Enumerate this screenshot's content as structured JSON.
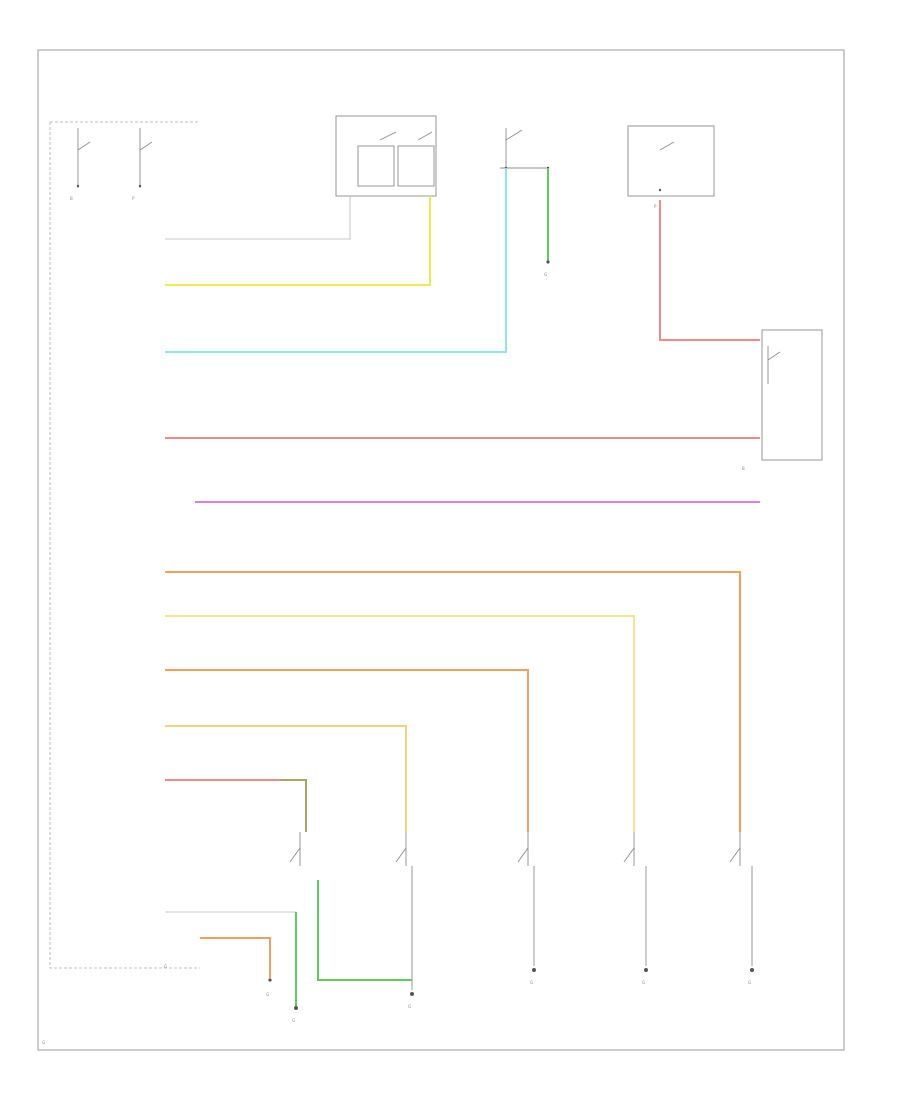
{
  "connector_labels": {
    "left_b": "B",
    "left_p": "P",
    "right_p": "P",
    "right_b": "B",
    "g1": "G",
    "g2": "G",
    "g3": "G",
    "g4": "G",
    "g5": "G",
    "g6": "G",
    "g7": "G",
    "g8": "G",
    "g9": "G"
  },
  "colors": {
    "yellow": "#f2e94a",
    "cyan": "#8ce6ee",
    "green": "#5ccc5c",
    "pink": "#f08a8a",
    "magenta": "#dd7fe0",
    "orange": "#f0a05a",
    "pale_yellow": "#f2e39a",
    "pale_orange": "#f2d27a",
    "olive": "#a8a85a",
    "gray": "#b5b5b5"
  }
}
